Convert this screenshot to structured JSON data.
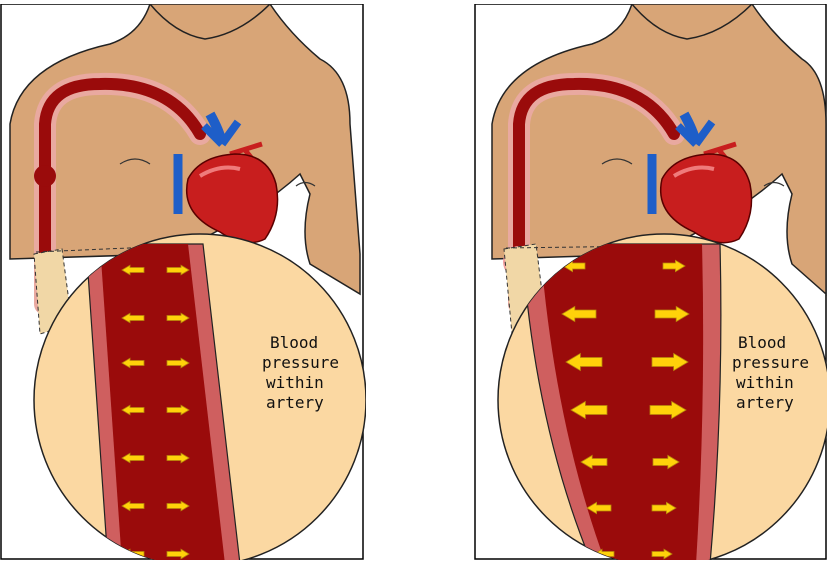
{
  "panels": [
    {
      "caption_lines": [
        "Blood",
        "pressure",
        "within",
        "artery"
      ]
    },
    {
      "caption_lines": [
        "Blood",
        "pressure",
        "within",
        "artery"
      ]
    }
  ],
  "colors": {
    "skin": "#d8a577",
    "skin_shadow": "#c08a5a",
    "inset_bg": "#fbd8a2",
    "blood": "#9a0b0b",
    "vessel_wall": "#cf5f5f",
    "arrow": "#ffd20a",
    "heart": "#c81e1e",
    "vein": "#1e5ec8"
  }
}
